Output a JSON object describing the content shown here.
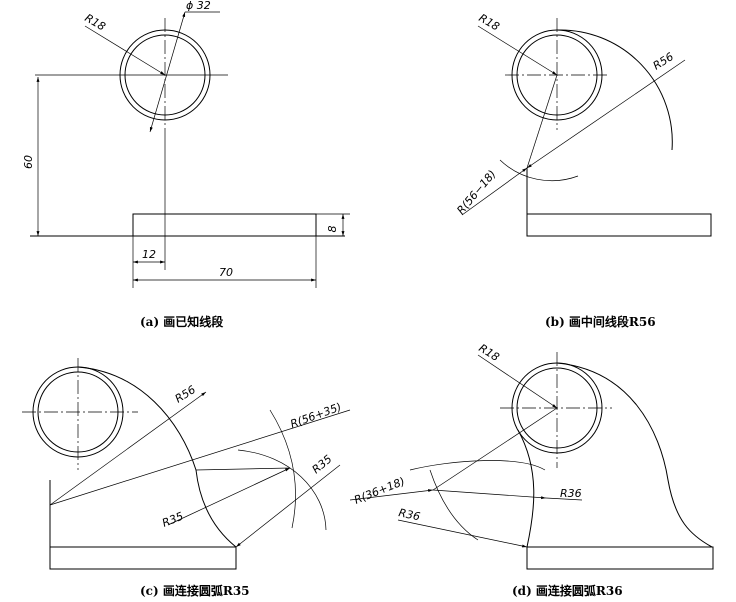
{
  "panels": {
    "a": {
      "caption": "(a) 画已知线段",
      "labels": {
        "r18": "R18",
        "phi32": "ϕ 32",
        "d60": "60",
        "d8": "8",
        "d12": "12",
        "d70": "70"
      }
    },
    "b": {
      "caption": "(b) 画中间线段R56",
      "labels": {
        "r18": "R18",
        "r56": "R56",
        "r56m18": "R(56−18)"
      }
    },
    "c": {
      "caption": "(c) 画连接圆弧R35",
      "labels": {
        "r56": "R56",
        "r56p35": "R(56+35)",
        "r35a": "R35",
        "r35b": "R35"
      }
    },
    "d": {
      "caption": "(d) 画连接圆弧R36",
      "labels": {
        "r18": "R18",
        "r36p18": "R(36+18)",
        "r36a": "R36",
        "r36b": "R36"
      }
    }
  }
}
